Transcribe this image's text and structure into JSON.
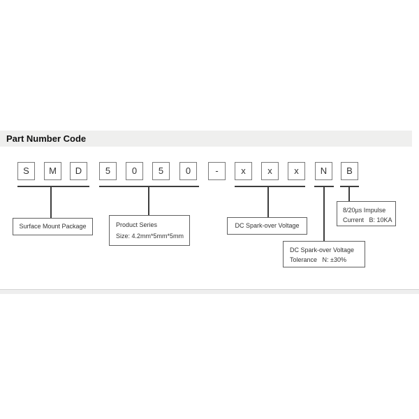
{
  "page": {
    "section_title": "Part Number Code"
  },
  "code": {
    "cells": [
      "S",
      "M",
      "D",
      "5",
      "0",
      "5",
      "0",
      "-",
      "x",
      "x",
      "x",
      "N",
      "B"
    ]
  },
  "labels": {
    "surface_mount": {
      "line1": "Surface Mount Package"
    },
    "product_series": {
      "line1": "Product Series",
      "line2": "Size: 4.2mm*5mm*5mm"
    },
    "dc_spark_over": {
      "line1": "DC Spark-over Voltage"
    },
    "dc_spark_tolerance": {
      "line1": "DC Spark-over Voltage",
      "line2": "Tolerance   N: ±30%"
    },
    "impulse_current": {
      "line1": "8/20µs Impulse",
      "line2": "Current   B: 10KA"
    }
  }
}
